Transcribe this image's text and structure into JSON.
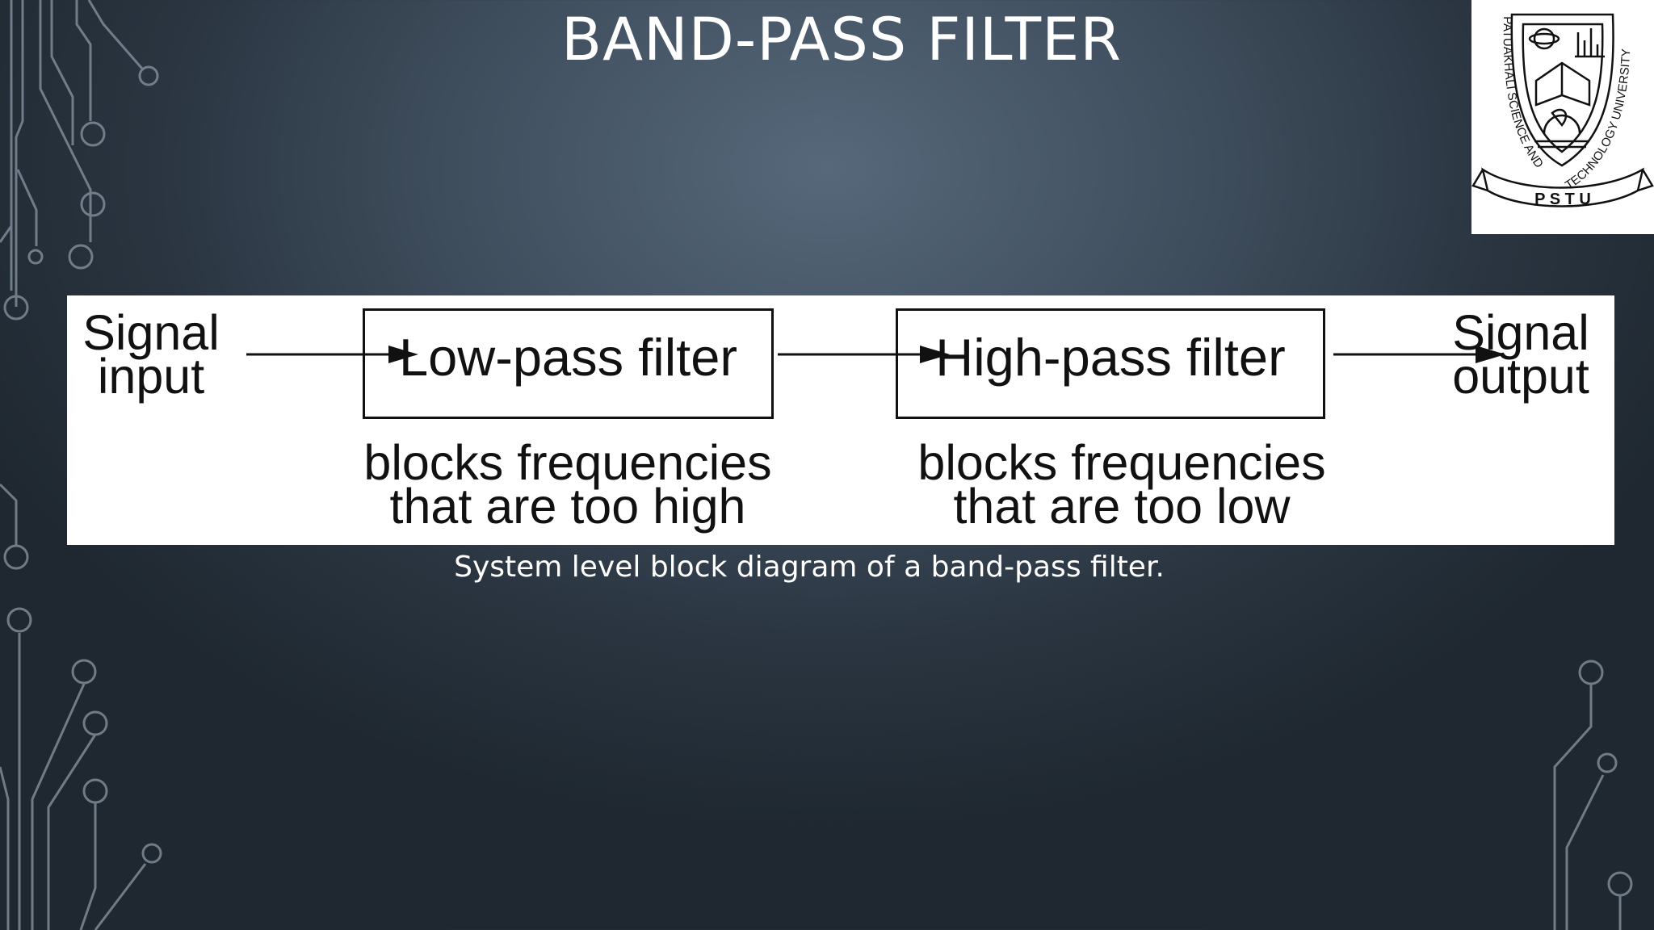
{
  "slide": {
    "title": "BAND-PASS FILTER",
    "caption": "System level block diagram of a band-pass filter."
  },
  "logo": {
    "icon": "university-emblem",
    "arc_text": "PATUAKHALI SCIENCE AND TECHNOLOGY UNIVERSITY",
    "banner_text": "P S T U"
  },
  "diagram": {
    "input_label": [
      "Signal",
      "input"
    ],
    "output_label": [
      "Signal",
      "output"
    ],
    "blocks": [
      {
        "label": "Low-pass filter",
        "description": [
          "blocks frequencies",
          "that are too high"
        ]
      },
      {
        "label": "High-pass filter",
        "description": [
          "blocks frequencies",
          "that are too low"
        ]
      }
    ]
  },
  "colors": {
    "background": "#3e4d5c",
    "circuit_lines": "#8a97a4",
    "text": "#ffffff"
  }
}
